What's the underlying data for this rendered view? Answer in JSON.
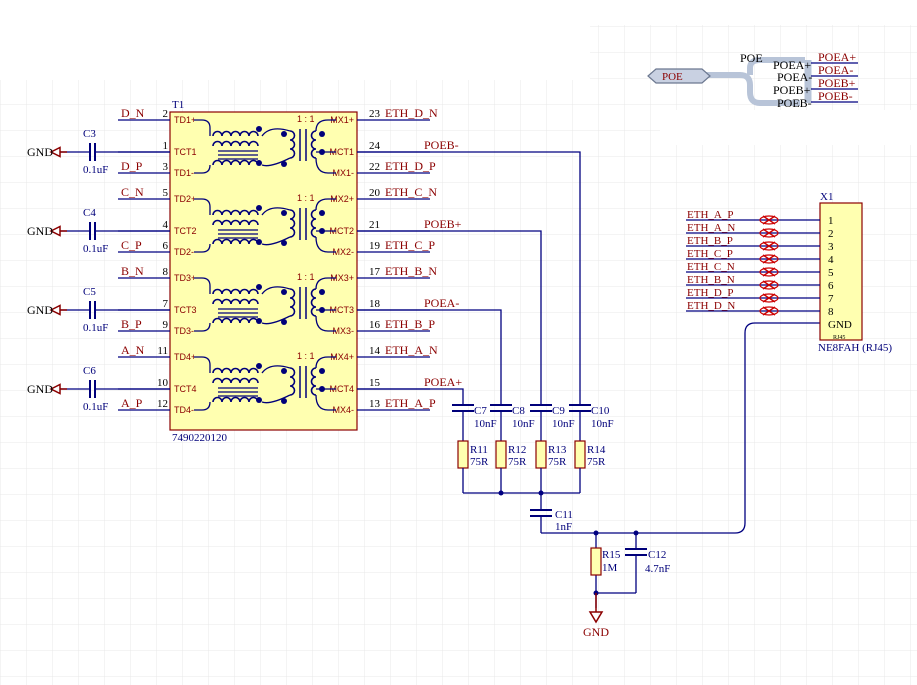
{
  "colors": {
    "wire": "#000080",
    "net_label": "#8b0000",
    "component": "#00007a",
    "body_fill": "#ffffb0",
    "body_stroke": "#8b0000",
    "harness": "#b8c4d8",
    "grid": "#e9e9e9"
  },
  "transformer": {
    "designator": "T1",
    "part_number": "7490220120",
    "ratio": "1 : 1",
    "windings": [
      {
        "left_top": {
          "net": "D_N",
          "num": "2",
          "pin": "TD1+"
        },
        "left_ct": {
          "num": "1",
          "pin": "TCT1"
        },
        "left_bot": {
          "net": "D_P",
          "num": "3",
          "pin": "TD1-"
        },
        "right_top": {
          "net": "ETH_D_N",
          "num": "23",
          "pin": "MX1+"
        },
        "right_ct": {
          "net": "POEB-",
          "num": "24",
          "pin": "MCT1"
        },
        "right_bot": {
          "net": "ETH_D_P",
          "num": "22",
          "pin": "MX1-"
        },
        "cap": {
          "ref": "C3",
          "value": "0.1uF"
        },
        "gnd": "GND"
      },
      {
        "left_top": {
          "net": "C_N",
          "num": "5",
          "pin": "TD2+"
        },
        "left_ct": {
          "num": "4",
          "pin": "TCT2"
        },
        "left_bot": {
          "net": "C_P",
          "num": "6",
          "pin": "TD2-"
        },
        "right_top": {
          "net": "ETH_C_N",
          "num": "20",
          "pin": "MX2+"
        },
        "right_ct": {
          "net": "POEB+",
          "num": "21",
          "pin": "MCT2"
        },
        "right_bot": {
          "net": "ETH_C_P",
          "num": "19",
          "pin": "MX2-"
        },
        "cap": {
          "ref": "C4",
          "value": "0.1uF"
        },
        "gnd": "GND"
      },
      {
        "left_top": {
          "net": "B_N",
          "num": "8",
          "pin": "TD3+"
        },
        "left_ct": {
          "num": "7",
          "pin": "TCT3"
        },
        "left_bot": {
          "net": "B_P",
          "num": "9",
          "pin": "TD3-"
        },
        "right_top": {
          "net": "ETH_B_N",
          "num": "17",
          "pin": "MX3+"
        },
        "right_ct": {
          "net": "POEA-",
          "num": "18",
          "pin": "MCT3"
        },
        "right_bot": {
          "net": "ETH_B_P",
          "num": "16",
          "pin": "MX3-"
        },
        "cap": {
          "ref": "C5",
          "value": "0.1uF"
        },
        "gnd": "GND"
      },
      {
        "left_top": {
          "net": "A_N",
          "num": "11",
          "pin": "TD4+"
        },
        "left_ct": {
          "num": "10",
          "pin": "TCT4"
        },
        "left_bot": {
          "net": "A_P",
          "num": "12",
          "pin": "TD4-"
        },
        "right_top": {
          "net": "ETH_A_N",
          "num": "14",
          "pin": "MX4+"
        },
        "right_ct": {
          "net": "POEA+",
          "num": "15",
          "pin": "MCT4"
        },
        "right_bot": {
          "net": "ETH_A_P",
          "num": "13",
          "pin": "MX4-"
        },
        "cap": {
          "ref": "C6",
          "value": "0.1uF"
        },
        "gnd": "GND"
      }
    ]
  },
  "termination": {
    "caps": [
      {
        "ref": "C7",
        "value": "10nF"
      },
      {
        "ref": "C8",
        "value": "10nF"
      },
      {
        "ref": "C9",
        "value": "10nF"
      },
      {
        "ref": "C10",
        "value": "10nF"
      }
    ],
    "resistors": [
      {
        "ref": "R11",
        "value": "75R"
      },
      {
        "ref": "R12",
        "value": "75R"
      },
      {
        "ref": "R13",
        "value": "75R"
      },
      {
        "ref": "R14",
        "value": "75R"
      }
    ],
    "c11": {
      "ref": "C11",
      "value": "1nF"
    },
    "r15": {
      "ref": "R15",
      "value": "1M"
    },
    "c12": {
      "ref": "C12",
      "value": "4.7nF"
    },
    "gnd": "GND"
  },
  "poe": {
    "port_label": "POE",
    "harness_label": "POE",
    "entries": [
      "POEA+",
      "POEA-",
      "POEB+",
      "POEB-"
    ],
    "nets": [
      "POEA+",
      "POEA-",
      "POEB+",
      "POEB-"
    ]
  },
  "connector": {
    "designator": "X1",
    "part": "NE8FAH (RJ45)",
    "sub_label": "RJ45",
    "nets": [
      "ETH_A_P",
      "ETH_A_N",
      "ETH_B_P",
      "ETH_C_P",
      "ETH_C_N",
      "ETH_B_N",
      "ETH_D_P",
      "ETH_D_N"
    ],
    "pins": [
      "1",
      "2",
      "3",
      "4",
      "5",
      "6",
      "7",
      "8",
      "GND"
    ]
  }
}
